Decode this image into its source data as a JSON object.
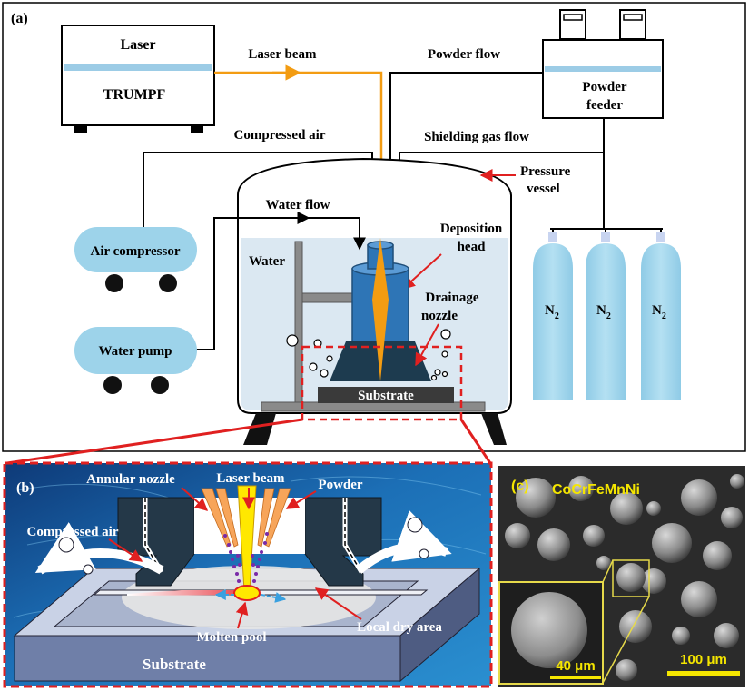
{
  "panels": {
    "a": "(a)",
    "b": "(b)",
    "c": "(c)"
  },
  "panel_a": {
    "laser_title": "Laser",
    "laser_brand": "TRUMPF",
    "laser_beam": "Laser beam",
    "powder_flow": "Powder flow",
    "powder_feeder_line1": "Powder",
    "powder_feeder_line2": "feeder",
    "compressed_air": "Compressed air",
    "shielding_gas_flow": "Shielding gas flow",
    "pressure_line1": "Pressure",
    "pressure_line2": "vessel",
    "water_flow": "Water flow",
    "deposition_line1": "Deposition",
    "deposition_line2": "head",
    "air_compressor": "Air compressor",
    "water": "Water",
    "drainage_line1": "Drainage",
    "drainage_line2": "nozzle",
    "water_pump": "Water pump",
    "substrate": "Substrate",
    "n2": "N",
    "n2_sub": "2"
  },
  "panel_b": {
    "annular_nozzle": "Annular nozzle",
    "laser_beam": "Laser beam",
    "powder": "Powder",
    "compressed_air": "Compressed air",
    "molten_pool": "Molten pool",
    "local_dry_area": "Local dry area",
    "substrate": "Substrate"
  },
  "panel_c": {
    "material": "CoCrFeMnNi",
    "scale_small": "40 μm",
    "scale_large": "100 μm"
  },
  "colors": {
    "laser_orange": "#f39c12",
    "water_light_blue": "#dbe8f2",
    "deposition_blue": "#2e75b6",
    "gas_cylinder": "#9dd3ea",
    "dashed_red": "#e02020",
    "sem_label_yellow": "#f5e600"
  }
}
